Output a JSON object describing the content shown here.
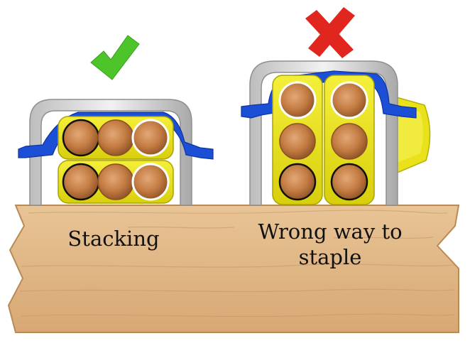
{
  "colors": {
    "wood": "#e2ba86",
    "wood_grain": "#c99a62",
    "metal": "#cfcfcf",
    "metal_dark": "#9a9a9a",
    "cable_jacket": "#e9e21a",
    "cable_edge": "#b8b000",
    "copper": "#c8824a",
    "insulation_blue": "#1a4fd6",
    "check": "#4cc42a",
    "cross": "#e0261f",
    "text": "#111111"
  },
  "icons": {
    "correct": "check-icon",
    "incorrect": "cross-icon"
  },
  "examples": [
    {
      "label": "Stacking",
      "verdict": "correct",
      "cables": 2,
      "arrangement": "stacked horizontal"
    },
    {
      "label": "Wrong way to staple",
      "label_lines": [
        "Wrong way to",
        "staple"
      ],
      "verdict": "incorrect",
      "cables": 2,
      "arrangement": "side-by-side vertical"
    }
  ]
}
